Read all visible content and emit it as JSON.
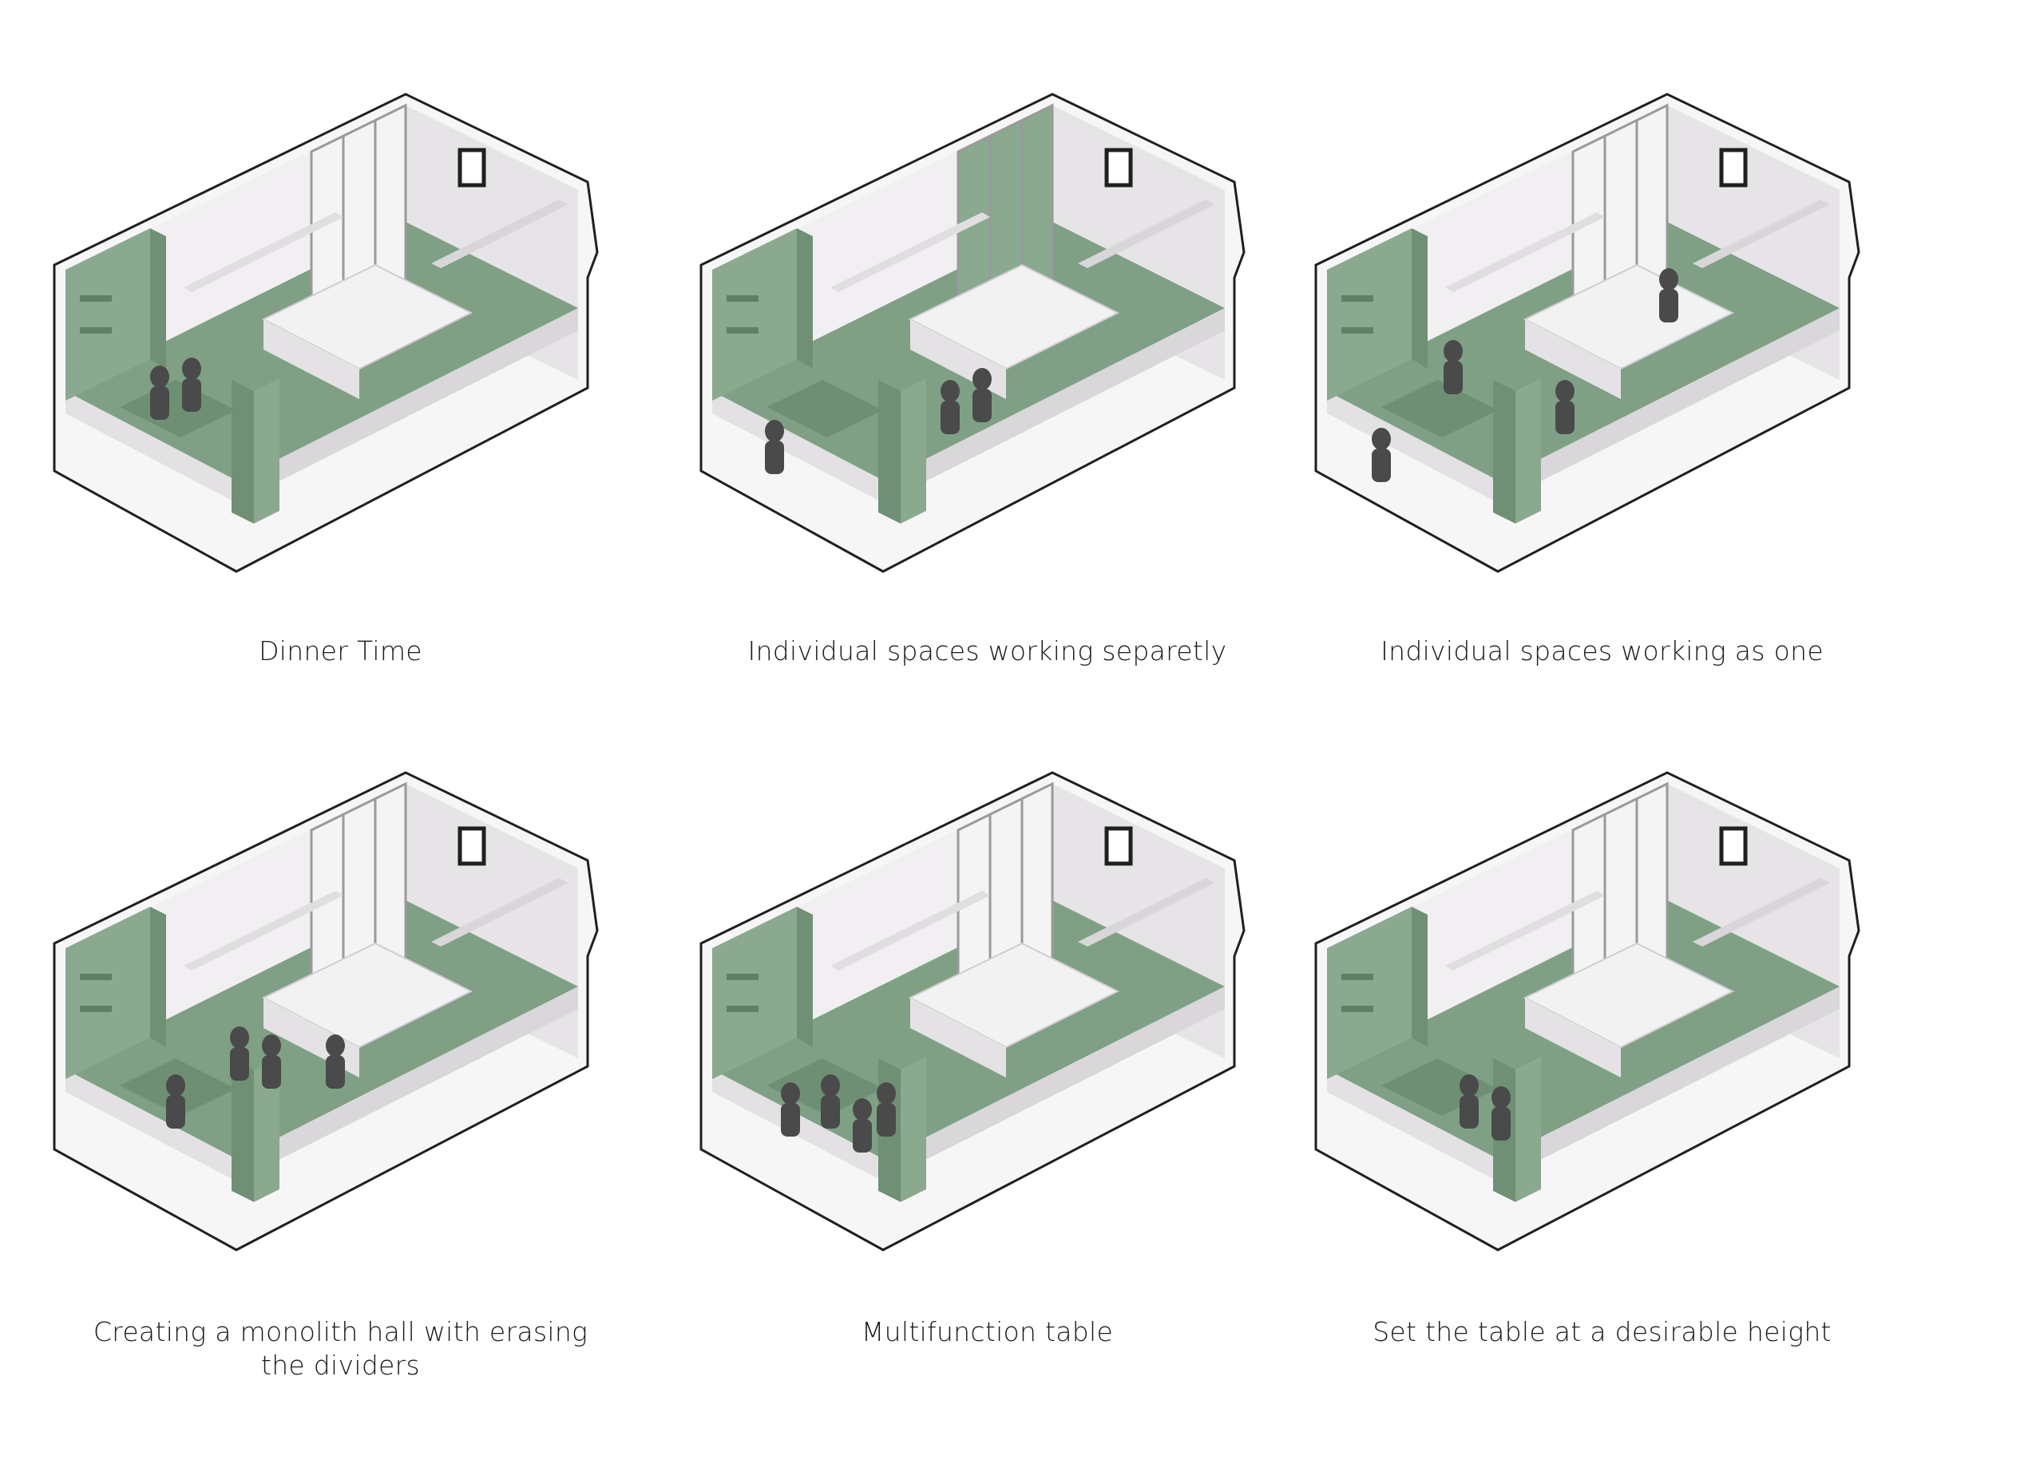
{
  "colors": {
    "floor_green": "#7fa085",
    "wall_green": "#8aa98f",
    "wall_light": "#f1eff1",
    "wall_mid": "#e6e4e6",
    "outline": "#1f1f1f",
    "figure": "#4a4a4a"
  },
  "panels": [
    {
      "caption": "Dinner Time",
      "scenario": "dinner"
    },
    {
      "caption": "Individual spaces working separetly",
      "scenario": "separate"
    },
    {
      "caption": "Individual spaces working as one",
      "scenario": "as-one"
    },
    {
      "caption": "Creating a monolith hall with erasing the dividers",
      "scenario": "monolith"
    },
    {
      "caption": "Multifunction table",
      "scenario": "multifunction"
    },
    {
      "caption": "Set the table at a desirable height",
      "scenario": "height"
    }
  ]
}
